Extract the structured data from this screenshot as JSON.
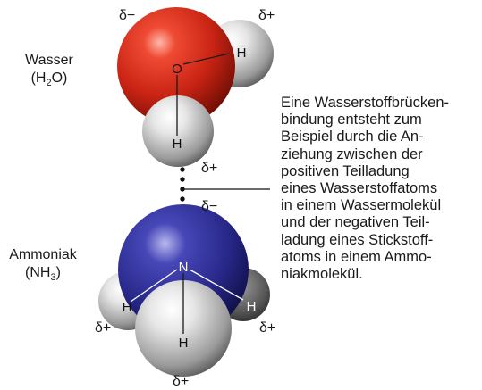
{
  "water": {
    "name": "Wasser",
    "formula_prefix": "(H",
    "formula_sub": "2",
    "formula_suffix": "O)",
    "atom_o": "O",
    "atom_h1": "H",
    "atom_h2": "H",
    "charge_o": "δ−",
    "charge_h1": "δ+",
    "charge_h2": "δ+"
  },
  "ammonia": {
    "name": "Ammoniak",
    "formula_prefix": "(NH",
    "formula_sub": "3",
    "formula_suffix": ")",
    "atom_n": "N",
    "atom_h1": "H",
    "atom_h2": "H",
    "atom_h3": "H",
    "charge_n": "δ−",
    "charge_h1": "δ+",
    "charge_h2": "δ+",
    "charge_h3": "δ+"
  },
  "caption": {
    "lines": [
      "Eine Wasserstoffbrücken-",
      "bindung entsteht zum",
      "Beispiel durch die An-",
      "ziehung zwischen der",
      "positiven Teilladung",
      "eines Wasserstoffatoms",
      "in einem Wassermolekül",
      "und der negativen Teil-",
      "ladung eines Stickstoff-",
      "atoms in einem Ammo-",
      "niakmolekül."
    ]
  },
  "colors": {
    "oxygen": "#d0291b",
    "nitrogen": "#2a2a8c",
    "hydrogen": "#d8d8d8"
  }
}
